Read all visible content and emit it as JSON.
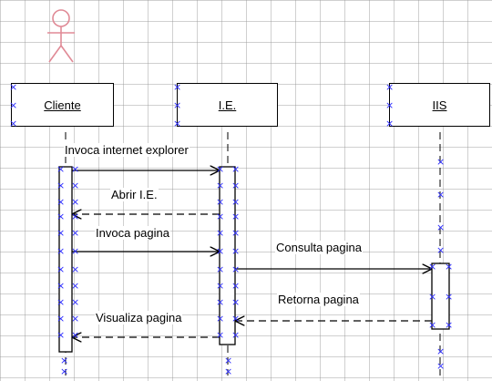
{
  "diagram": {
    "actor": "stick-figure",
    "lifelines": [
      {
        "id": "cliente",
        "label": "Cliente"
      },
      {
        "id": "ie",
        "label": "I.E."
      },
      {
        "id": "iis",
        "label": "IIS"
      }
    ],
    "messages": [
      {
        "from": "cliente",
        "to": "ie",
        "label": "Invoca internet explorer",
        "kind": "call"
      },
      {
        "from": "ie",
        "to": "cliente",
        "label": "Abrir I.E.",
        "kind": "return"
      },
      {
        "from": "cliente",
        "to": "ie",
        "label": "Invoca pagina",
        "kind": "call"
      },
      {
        "from": "ie",
        "to": "iis",
        "label": "Consulta pagina",
        "kind": "call"
      },
      {
        "from": "iis",
        "to": "ie",
        "label": "Retorna pagina",
        "kind": "return"
      },
      {
        "from": "ie",
        "to": "cliente",
        "label": "Visualiza pagina",
        "kind": "return"
      }
    ]
  },
  "colors": {
    "actor": "#e08a96",
    "line": "#000000",
    "selection": "#2a2aff",
    "grid": "#969696"
  }
}
